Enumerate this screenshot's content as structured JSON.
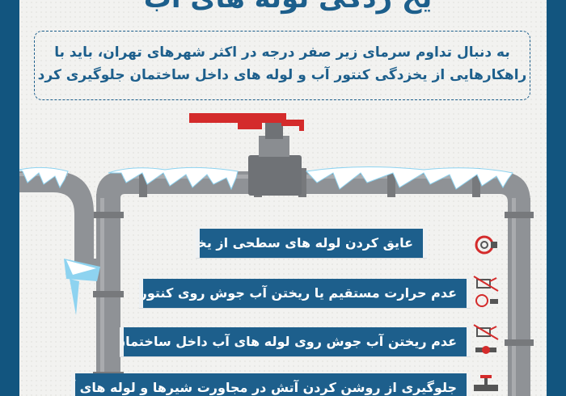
{
  "title": "یخ زدگی لوله های آب",
  "intro": {
    "line1": "به دنبال تداوم سرمای زیر صفر درجه در اکثر شهرهای تهران، باید با",
    "line2": "راهکارهایی از یخزدگی کنتور آب و لوله های داخل ساختمان جلوگیری کرد"
  },
  "steps": [
    {
      "label": "عایق کردن لوله های سطحی از یخزدگی",
      "icon": "pipe-insulation-icon"
    },
    {
      "label": "عدم حرارت مستقیم یا ریختن آب جوش روی کنتور",
      "icon": "meter-no-boiling-water-icon"
    },
    {
      "label": "عدم ریختن آب جوش روی لوله های آب داخل ساختمان",
      "icon": "pipe-no-boiling-water-icon"
    },
    {
      "label": "جلوگیری از روشن کردن آتش در مجاورت شیرها و لوله های آب",
      "icon": "valve-no-fire-icon"
    }
  ],
  "colors": {
    "frame": "#12557f",
    "accent": "#1d5f8c",
    "pipe": "#8f9296",
    "valve_handle": "#d42b2b",
    "ice": "#8ed3f0"
  }
}
